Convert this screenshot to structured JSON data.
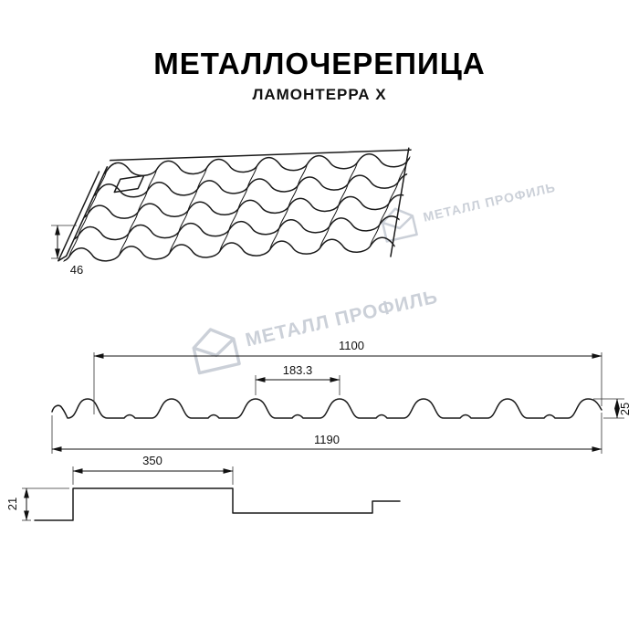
{
  "header": {
    "title": "МЕТАЛЛОЧЕРЕПИЦА",
    "subtitle": "ЛАМОНТЕРРА X"
  },
  "watermark": {
    "text": "МЕТАЛЛ ПРОФИЛЬ"
  },
  "dimensions": {
    "roof_edge": "46",
    "cover_width": "1100",
    "module_width": "183.3",
    "profile_height": "25",
    "overall_width": "1190",
    "step_length": "350",
    "step_height": "21"
  },
  "colors": {
    "line": "#1a1a1a",
    "watermark": "#c6cbd4"
  }
}
